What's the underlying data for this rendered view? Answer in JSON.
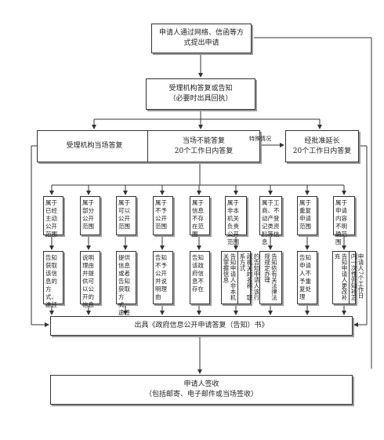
{
  "start": {
    "text": "申请人通过网络、信函等方式提出申请"
  },
  "receive": {
    "line1": "受理机构答复或告知",
    "line2": "（必要时出具回执）"
  },
  "reply_now": {
    "text": "受理机构当场答复"
  },
  "reply_20": {
    "line1": "当场不能答复",
    "line2": "20个工作日内答复"
  },
  "special_label": "特殊情况",
  "extend": {
    "line1": "经批准延长",
    "line2": "20个工作日内答复"
  },
  "categories": [
    {
      "head": "属于已经主动公开范围",
      "result": "告知获取该信息的方式、途径"
    },
    {
      "head": "属于部分公开范围",
      "result": "说明理由并提供可以公开的信息"
    },
    {
      "head": "属于可以公开范围",
      "result": "提供信息或者告知获取方式、途径"
    },
    {
      "head": "属于不予公开范围",
      "result": "告知不予公开并说明理由"
    },
    {
      "head": "属于信息不存在范围",
      "result": "告知该政府信息不存在"
    },
    {
      "head": "属于非本机关负责公开范围",
      "result_cols": [
        "告知申请人非本机关掌握信息",
        "能确定该信息机关的告知申请人该行政机关的名称、联系方式"
      ]
    },
    {
      "head": "属于工商、不动产登记类资料等信息",
      "result_cols": [
        "告知依有关法律法规规定办理"
      ]
    },
    {
      "head": "属于重复申请范围",
      "result": "告知申请人不予重复处理"
    },
    {
      "head": "属于申请内容不明确范围",
      "result_cols": [
        "告知申请人更改补充",
        "申请人7个工作日内一次性告知补正"
      ]
    }
  ],
  "issue": {
    "text": "出具《政府信息公开申请答复（告知）书》"
  },
  "final": {
    "line1": "申请人签收",
    "line2": "（包括邮寄、电子邮件或当场签收）"
  }
}
